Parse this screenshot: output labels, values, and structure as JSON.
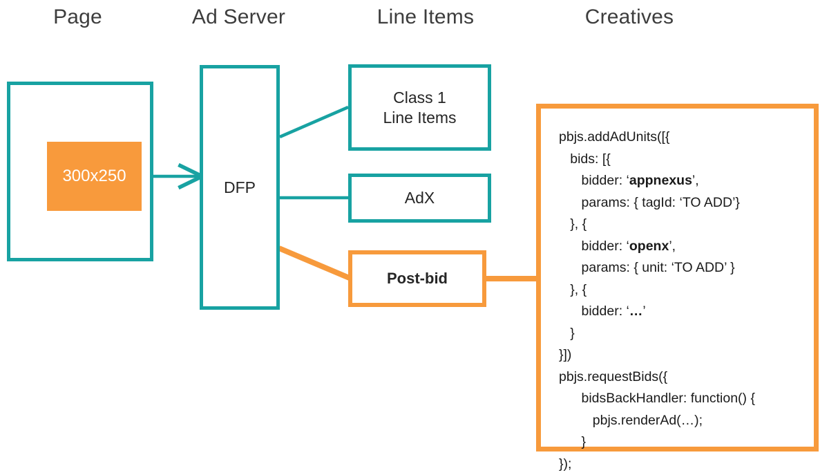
{
  "diagram": {
    "title": "Post-bid ad serving flow",
    "colors": {
      "teal": "#18a2a2",
      "orange": "#f79a3c",
      "ad_fill": "#f89a3c",
      "text": "#262626",
      "header_text": "#3d3d3d",
      "background": "#ffffff"
    },
    "columns": [
      {
        "label": "Page"
      },
      {
        "label": "Ad Server"
      },
      {
        "label": "Line Items"
      },
      {
        "label": "Creatives"
      }
    ],
    "nodes": {
      "page_container": {
        "label": ""
      },
      "ad_slot": {
        "label": "300x250"
      },
      "ad_server": {
        "label": "DFP"
      },
      "line_item_class1": {
        "label": "Class 1\nLine Items",
        "line1": "Class 1",
        "line2": "Line Items"
      },
      "line_item_adx": {
        "label": "AdX"
      },
      "line_item_postbid": {
        "label": "Post-bid"
      }
    },
    "connectors": [
      {
        "name": "adslot-to-dfp",
        "style": "arrow",
        "color": "#18a2a2"
      },
      {
        "name": "dfp-to-class1",
        "style": "line",
        "color": "#18a2a2"
      },
      {
        "name": "dfp-to-adx",
        "style": "line",
        "color": "#18a2a2"
      },
      {
        "name": "dfp-to-postbid",
        "style": "line",
        "color": "#f79a3c"
      },
      {
        "name": "postbid-to-creative",
        "style": "line",
        "color": "#f79a3c"
      }
    ],
    "creative_code": {
      "lines": [
        {
          "indent": 0,
          "text": "pbjs.addAdUnits([{"
        },
        {
          "indent": 1,
          "text": "bids: [{"
        },
        {
          "indent": 2,
          "pre": "bidder: ‘",
          "strong": "appnexus",
          "post": "’,"
        },
        {
          "indent": 2,
          "text": "params: { tagId: ‘TO ADD’}"
        },
        {
          "indent": 1,
          "text": "}, {"
        },
        {
          "indent": 2,
          "pre": "bidder: ‘",
          "strong": "openx",
          "post": "’,"
        },
        {
          "indent": 2,
          "text": "params: { unit: ‘TO ADD’ }"
        },
        {
          "indent": 1,
          "text": "}, {"
        },
        {
          "indent": 2,
          "pre": "bidder: ‘",
          "strong": "…",
          "post": "’"
        },
        {
          "indent": 1,
          "text": "}"
        },
        {
          "indent": 0,
          "text": "}])"
        },
        {
          "indent": 0,
          "text": "pbjs.requestBids({"
        },
        {
          "indent": 2,
          "text": "bidsBackHandler: function() {"
        },
        {
          "indent": 3,
          "text": "pbjs.renderAd(…);"
        },
        {
          "indent": 2,
          "text": "}"
        },
        {
          "indent": 0,
          "text": "});"
        }
      ]
    }
  }
}
